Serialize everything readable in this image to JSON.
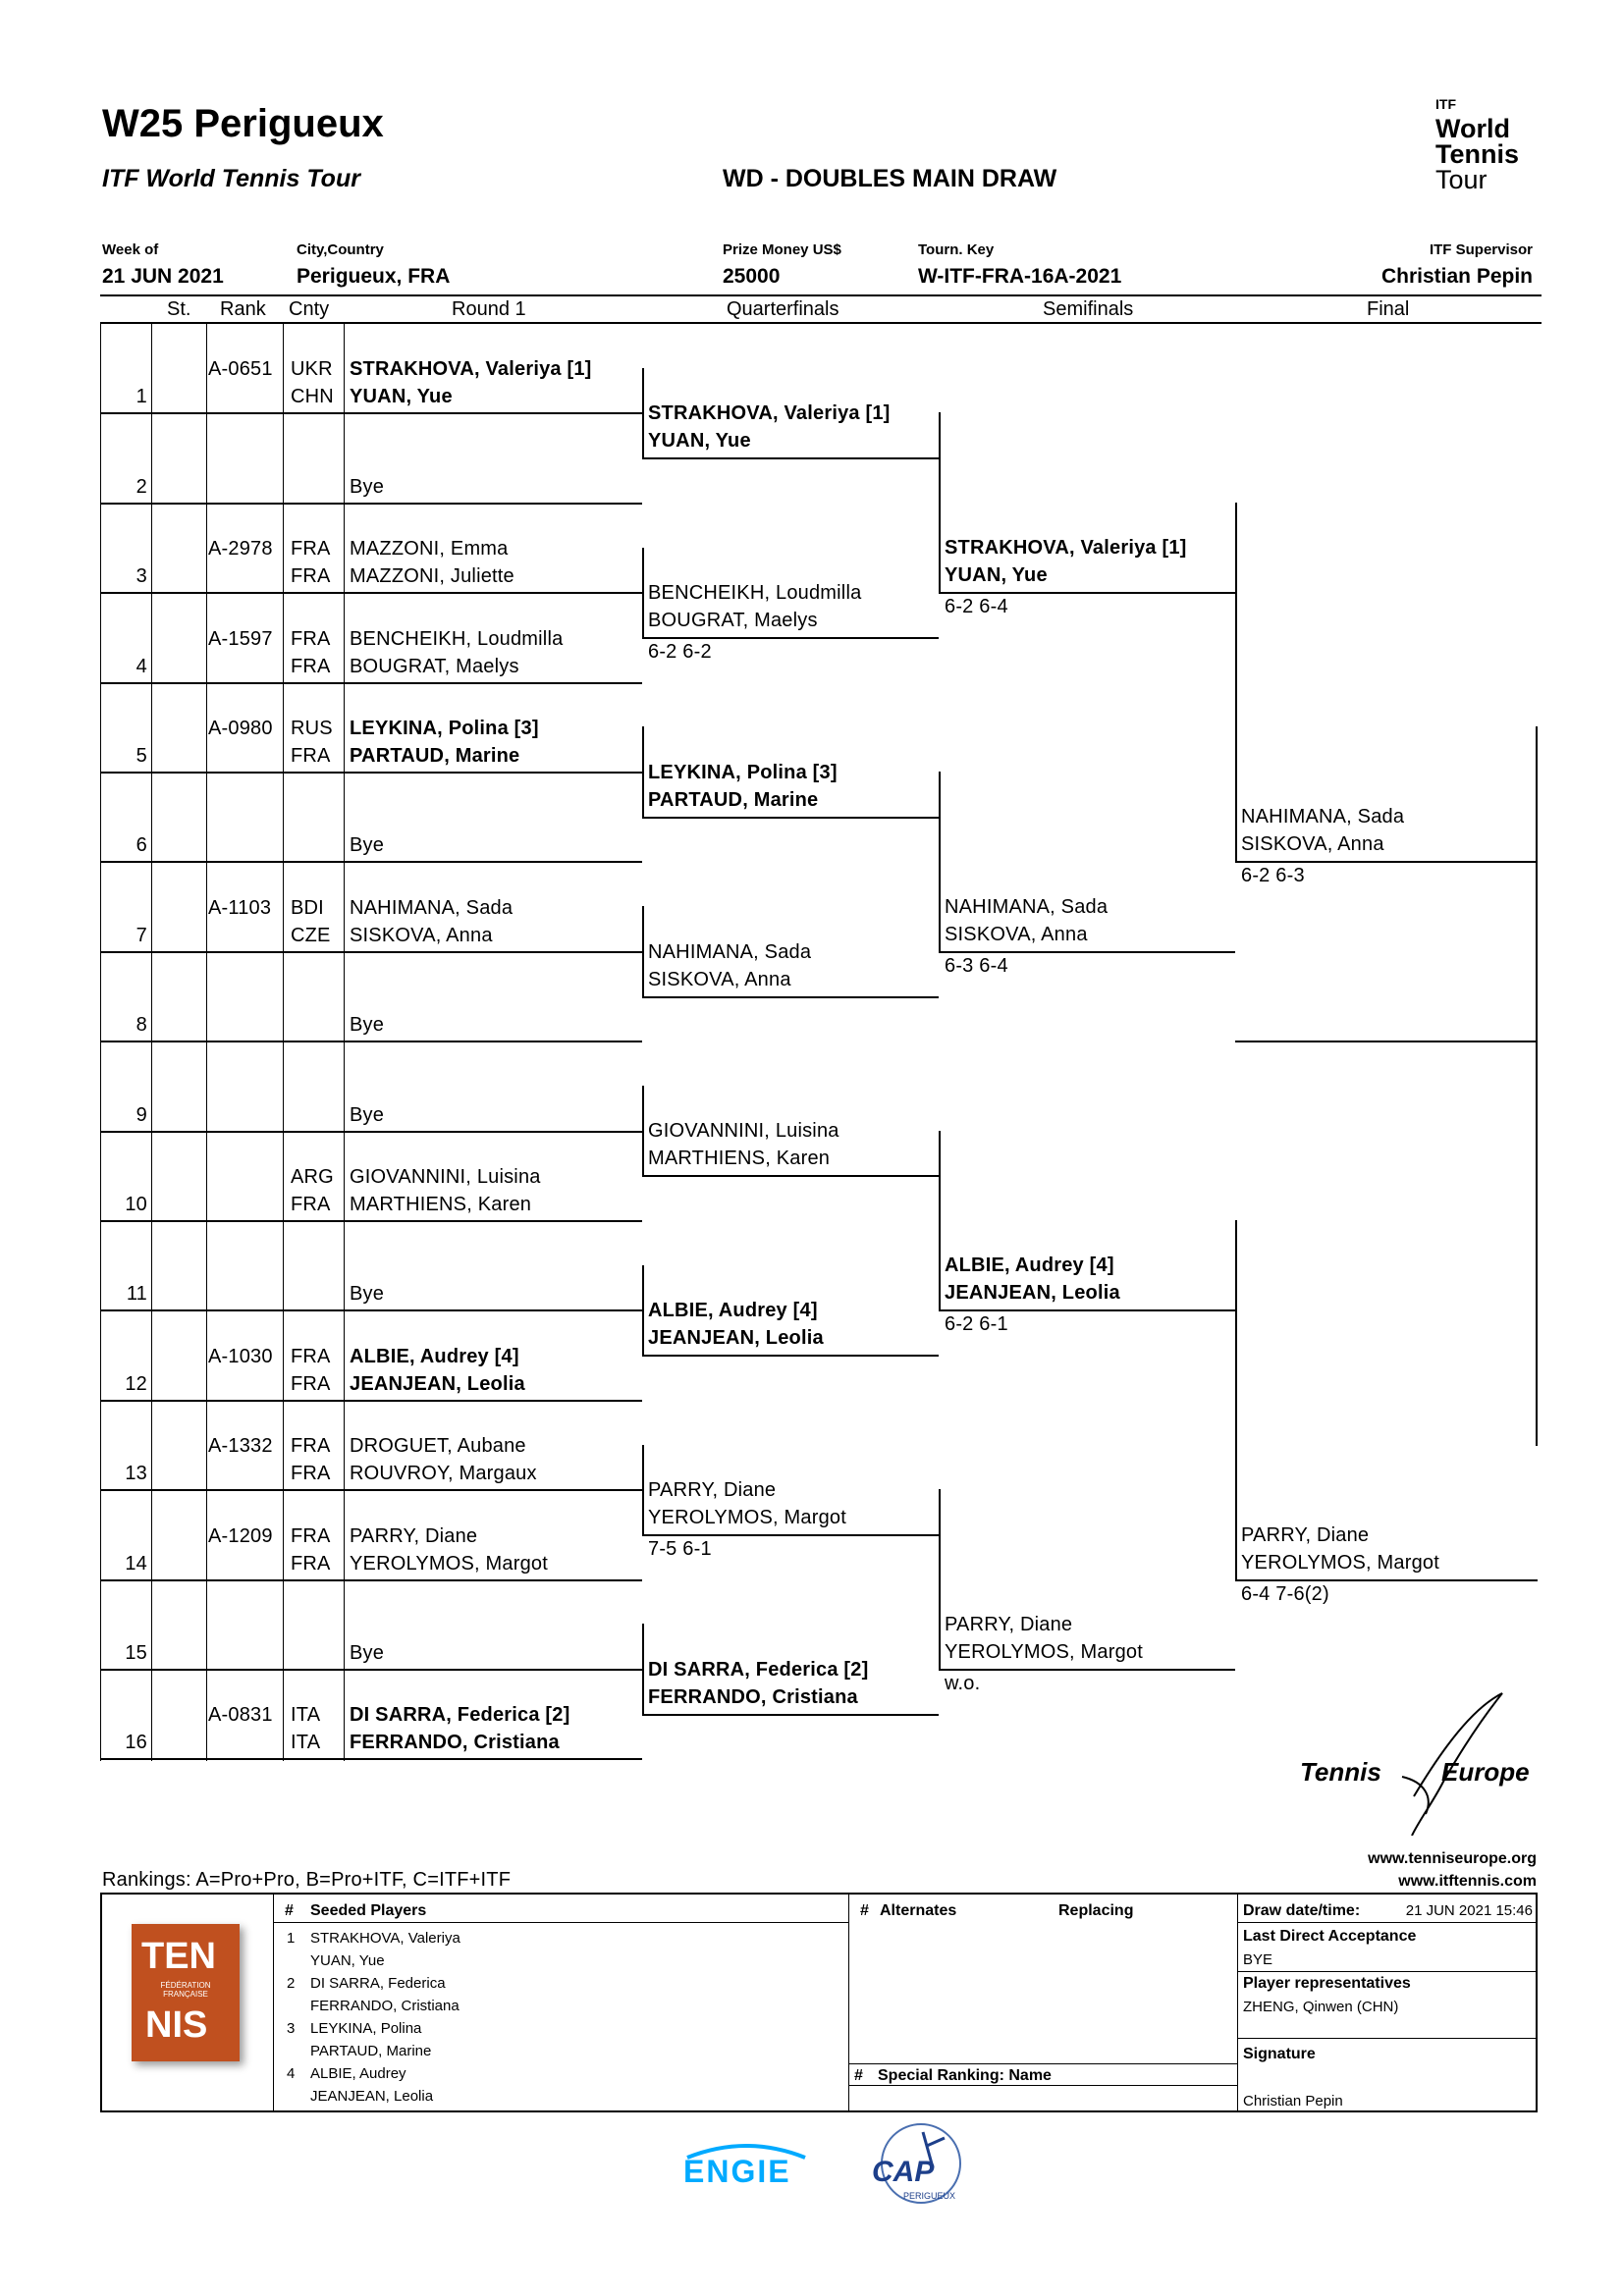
{
  "header": {
    "title": "W25 Perigueux",
    "subtitle": "ITF World Tennis Tour",
    "draw_type": "WD - DOUBLES MAIN DRAW",
    "logo_text": [
      "ITF",
      "World",
      "Tennis",
      "Tour"
    ]
  },
  "info": {
    "week_label": "Week of",
    "week_value": "21 JUN 2021",
    "city_label": "City,Country",
    "city_value": "Perigueux, FRA",
    "prize_label": "Prize Money US$",
    "prize_value": "25000",
    "key_label": "Tourn. Key",
    "key_value": "W-ITF-FRA-16A-2021",
    "supervisor_label": "ITF Supervisor",
    "supervisor_value": "Christian Pepin"
  },
  "columns": {
    "st": "St.",
    "rank": "Rank",
    "cnty": "Cnty",
    "r1": "Round 1",
    "qf": "Quarterfinals",
    "sf": "Semifinals",
    "final": "Final"
  },
  "round1": [
    {
      "num": "1",
      "rank": "A-0651",
      "c1": "UKR",
      "c2": "CHN",
      "p1": "STRAKHOVA, Valeriya [1]",
      "p2": "YUAN, Yue",
      "bold": true
    },
    {
      "num": "2",
      "rank": "",
      "c1": "",
      "c2": "",
      "p1": "",
      "p2": "Bye",
      "bold": false
    },
    {
      "num": "3",
      "rank": "A-2978",
      "c1": "FRA",
      "c2": "FRA",
      "p1": "MAZZONI, Emma",
      "p2": "MAZZONI, Juliette",
      "bold": false
    },
    {
      "num": "4",
      "rank": "A-1597",
      "c1": "FRA",
      "c2": "FRA",
      "p1": "BENCHEIKH, Loudmilla",
      "p2": "BOUGRAT, Maelys",
      "bold": false
    },
    {
      "num": "5",
      "rank": "A-0980",
      "c1": "RUS",
      "c2": "FRA",
      "p1": "LEYKINA, Polina [3]",
      "p2": "PARTAUD, Marine",
      "bold": true
    },
    {
      "num": "6",
      "rank": "",
      "c1": "",
      "c2": "",
      "p1": "",
      "p2": "Bye",
      "bold": false
    },
    {
      "num": "7",
      "rank": "A-1103",
      "c1": "BDI",
      "c2": "CZE",
      "p1": "NAHIMANA, Sada",
      "p2": "SISKOVA, Anna",
      "bold": false
    },
    {
      "num": "8",
      "rank": "",
      "c1": "",
      "c2": "",
      "p1": "",
      "p2": "Bye",
      "bold": false
    },
    {
      "num": "9",
      "rank": "",
      "c1": "",
      "c2": "",
      "p1": "",
      "p2": "Bye",
      "bold": false
    },
    {
      "num": "10",
      "rank": "",
      "c1": "ARG",
      "c2": "FRA",
      "p1": "GIOVANNINI, Luisina",
      "p2": "MARTHIENS, Karen",
      "bold": false
    },
    {
      "num": "11",
      "rank": "",
      "c1": "",
      "c2": "",
      "p1": "",
      "p2": "Bye",
      "bold": false
    },
    {
      "num": "12",
      "rank": "A-1030",
      "c1": "FRA",
      "c2": "FRA",
      "p1": "ALBIE, Audrey [4]",
      "p2": "JEANJEAN, Leolia",
      "bold": true
    },
    {
      "num": "13",
      "rank": "A-1332",
      "c1": "FRA",
      "c2": "FRA",
      "p1": "DROGUET, Aubane",
      "p2": "ROUVROY, Margaux",
      "bold": false
    },
    {
      "num": "14",
      "rank": "A-1209",
      "c1": "FRA",
      "c2": "FRA",
      "p1": "PARRY, Diane",
      "p2": "YEROLYMOS, Margot",
      "bold": false
    },
    {
      "num": "15",
      "rank": "",
      "c1": "",
      "c2": "",
      "p1": "",
      "p2": "Bye",
      "bold": false
    },
    {
      "num": "16",
      "rank": "A-0831",
      "c1": "ITA",
      "c2": "ITA",
      "p1": "DI SARRA, Federica [2]",
      "p2": "FERRANDO, Cristiana",
      "bold": true
    }
  ],
  "quarterfinals": [
    {
      "p1": "STRAKHOVA, Valeriya [1]",
      "p2": "YUAN, Yue",
      "score": "",
      "bold": true
    },
    {
      "p1": "BENCHEIKH, Loudmilla",
      "p2": "BOUGRAT, Maelys",
      "score": "6-2 6-2",
      "bold": false
    },
    {
      "p1": "LEYKINA, Polina [3]",
      "p2": "PARTAUD, Marine",
      "score": "",
      "bold": true
    },
    {
      "p1": "NAHIMANA, Sada",
      "p2": "SISKOVA, Anna",
      "score": "",
      "bold": false
    },
    {
      "p1": "GIOVANNINI, Luisina",
      "p2": "MARTHIENS, Karen",
      "score": "",
      "bold": false
    },
    {
      "p1": "ALBIE, Audrey [4]",
      "p2": "JEANJEAN, Leolia",
      "score": "",
      "bold": true
    },
    {
      "p1": "PARRY, Diane",
      "p2": "YEROLYMOS, Margot",
      "score": "7-5 6-1",
      "bold": false
    },
    {
      "p1": "DI SARRA, Federica [2]",
      "p2": "FERRANDO, Cristiana",
      "score": "",
      "bold": true
    }
  ],
  "semifinals": [
    {
      "p1": "STRAKHOVA, Valeriya [1]",
      "p2": "YUAN, Yue",
      "score": "6-2 6-4",
      "bold": true
    },
    {
      "p1": "NAHIMANA, Sada",
      "p2": "SISKOVA, Anna",
      "score": "6-3 6-4",
      "bold": false
    },
    {
      "p1": "ALBIE, Audrey [4]",
      "p2": "JEANJEAN, Leolia",
      "score": "6-2 6-1",
      "bold": true
    },
    {
      "p1": "PARRY, Diane",
      "p2": "YEROLYMOS, Margot",
      "score": "w.o.",
      "bold": false
    }
  ],
  "final": [
    {
      "p1": "NAHIMANA, Sada",
      "p2": "SISKOVA, Anna",
      "score": "6-2 6-3"
    },
    {
      "p1": "PARRY, Diane",
      "p2": "YEROLYMOS, Margot",
      "score": "6-4 7-6(2)"
    }
  ],
  "tennis_europe": {
    "tennis": "Tennis",
    "europe": "Europe",
    "url1": "www.tenniseurope.org",
    "url2": "www.itftennis.com"
  },
  "rankings_note": "Rankings: A=Pro+Pro, B=Pro+ITF, C=ITF+ITF",
  "footer": {
    "fft_logo": [
      "TEN",
      "NIS",
      "FÉDÉRATION FRANÇAISE"
    ],
    "seeded_header": "Seeded Players",
    "hash": "#",
    "seeds": [
      {
        "n": "1",
        "a": "STRAKHOVA, Valeriya",
        "b": "YUAN, Yue"
      },
      {
        "n": "2",
        "a": "DI SARRA, Federica",
        "b": "FERRANDO, Cristiana"
      },
      {
        "n": "3",
        "a": "LEYKINA, Polina",
        "b": "PARTAUD, Marine"
      },
      {
        "n": "4",
        "a": "ALBIE, Audrey",
        "b": "JEANJEAN, Leolia"
      }
    ],
    "alternates_header": "Alternates",
    "replacing_header": "Replacing",
    "special_ranking_header": "Special Ranking: Name",
    "draw_date_label": "Draw date/time:",
    "draw_date_value": "21 JUN 2021 15:46",
    "lda_label": "Last Direct Acceptance",
    "lda_value": "BYE",
    "rep_label": "Player representatives",
    "rep_value": "ZHENG, Qinwen (CHN)",
    "signature_label": "Signature",
    "signature_value": "Christian Pepin"
  },
  "sponsors": {
    "engie": "ENGIE",
    "cap": "CAP",
    "cap_sub": "PERIGUEUX"
  }
}
